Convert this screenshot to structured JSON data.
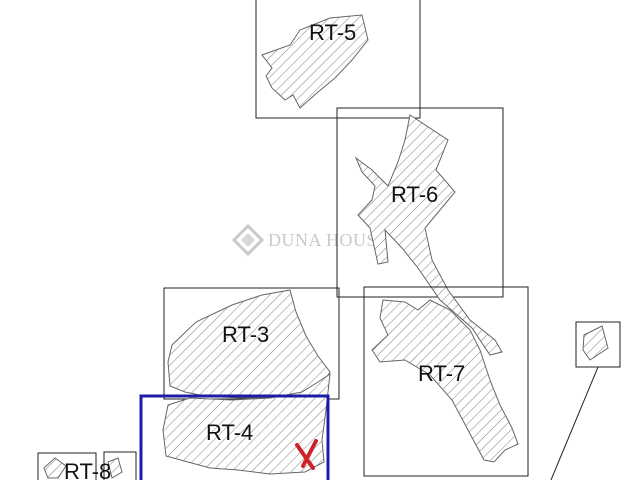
{
  "map": {
    "watermark": "DUNA HOUSE",
    "colors": {
      "background": "#ffffff",
      "frame": "#222222",
      "highlight_frame": "#1c1ca8",
      "hatch": "#8a8a8a",
      "marker": "#d0202a",
      "watermark": "#c9c9c9"
    },
    "parcels": [
      {
        "id": "RT-5",
        "label": "RT-5",
        "highlighted": false
      },
      {
        "id": "RT-6",
        "label": "RT-6",
        "highlighted": false
      },
      {
        "id": "RT-3",
        "label": "RT-3",
        "highlighted": false
      },
      {
        "id": "RT-7",
        "label": "RT-7",
        "highlighted": false
      },
      {
        "id": "RT-4",
        "label": "RT-4",
        "highlighted": true,
        "marker_icon": "cross-mark-icon"
      },
      {
        "id": "RT-8",
        "label": "RT-8",
        "highlighted": false
      }
    ],
    "inset_label": ""
  }
}
